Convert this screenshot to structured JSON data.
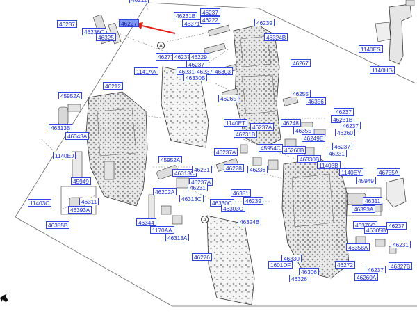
{
  "accent_color": "#2f45e0",
  "highlight_color": "#7f98f0",
  "arrow_color": "#e2231a",
  "highlighted_part": "46227",
  "callouts": [
    {
      "id": "46211",
      "text": "46211"
    },
    {
      "id": "46237a",
      "text": "46237"
    },
    {
      "id": "46236c",
      "text": "46236C"
    },
    {
      "id": "46325",
      "text": "46325"
    },
    {
      "id": "46227",
      "text": "46227"
    },
    {
      "id": "46231b",
      "text": "46231B"
    },
    {
      "id": "46371",
      "text": "46371"
    },
    {
      "id": "46237b",
      "text": "46237"
    },
    {
      "id": "46222",
      "text": "46222"
    },
    {
      "id": "46239a",
      "text": "46239"
    },
    {
      "id": "46324b",
      "text": "46324B"
    },
    {
      "id": "46277",
      "text": "46277"
    },
    {
      "id": "46237c",
      "text": "46237"
    },
    {
      "id": "46229",
      "text": "46229"
    },
    {
      "id": "1141aa",
      "text": "1141AA"
    },
    {
      "id": "46237d",
      "text": "46237"
    },
    {
      "id": "46231a",
      "text": "46231"
    },
    {
      "id": "46237e",
      "text": "46237"
    },
    {
      "id": "46330b",
      "text": "46330B"
    },
    {
      "id": "46303",
      "text": "46303"
    },
    {
      "id": "46267",
      "text": "46267"
    },
    {
      "id": "46212",
      "text": "46212"
    },
    {
      "id": "45952a",
      "text": "45952A"
    },
    {
      "id": "46265",
      "text": "46265"
    },
    {
      "id": "46255",
      "text": "46255"
    },
    {
      "id": "46356",
      "text": "46356"
    },
    {
      "id": "46237f",
      "text": "46237"
    },
    {
      "id": "46231b2",
      "text": "46231B"
    },
    {
      "id": "1140et",
      "text": "1140ET"
    },
    {
      "id": "46248",
      "text": "46248"
    },
    {
      "id": "46237g",
      "text": "46237"
    },
    {
      "id": "46355",
      "text": "46355"
    },
    {
      "id": "46260",
      "text": "46260"
    },
    {
      "id": "46313b",
      "text": "46313B"
    },
    {
      "id": "46343a",
      "text": "46343A"
    },
    {
      "id": "46237ah",
      "text": "46237A"
    },
    {
      "id": "46231b3",
      "text": "46231B"
    },
    {
      "id": "46249e",
      "text": "46249E"
    },
    {
      "id": "46237h",
      "text": "46237"
    },
    {
      "id": "45954c",
      "text": "45954C"
    },
    {
      "id": "46266b",
      "text": "46266B"
    },
    {
      "id": "46231c",
      "text": "46231"
    },
    {
      "id": "46237ai",
      "text": "46237A"
    },
    {
      "id": "46330b2",
      "text": "46330B"
    },
    {
      "id": "1140ej",
      "text": "1140EJ"
    },
    {
      "id": "46228",
      "text": "46228"
    },
    {
      "id": "46236",
      "text": "46236"
    },
    {
      "id": "11403b",
      "text": "11403B"
    },
    {
      "id": "45952a2",
      "text": "45952A"
    },
    {
      "id": "46313c",
      "text": "46313C"
    },
    {
      "id": "46231d",
      "text": "46231"
    },
    {
      "id": "1140ey",
      "text": "1140EY"
    },
    {
      "id": "46755a",
      "text": "46755A"
    },
    {
      "id": "45949",
      "text": "45949"
    },
    {
      "id": "46237aj",
      "text": "46237A"
    },
    {
      "id": "45949b",
      "text": "45949"
    },
    {
      "id": "46202a",
      "text": "46202A"
    },
    {
      "id": "46231e",
      "text": "46231"
    },
    {
      "id": "46381",
      "text": "46381"
    },
    {
      "id": "46313d",
      "text": "46313C"
    },
    {
      "id": "46330c",
      "text": "46330C"
    },
    {
      "id": "46239b",
      "text": "46239"
    },
    {
      "id": "46303c",
      "text": "46303C"
    },
    {
      "id": "11403c",
      "text": "11403C"
    },
    {
      "id": "46311",
      "text": "46311"
    },
    {
      "id": "46393a",
      "text": "46393A"
    },
    {
      "id": "46311b",
      "text": "46311"
    },
    {
      "id": "46393ab",
      "text": "46393A"
    },
    {
      "id": "46344",
      "text": "46344"
    },
    {
      "id": "46324b2",
      "text": "46324B"
    },
    {
      "id": "46385b",
      "text": "46385B"
    },
    {
      "id": "1170aa",
      "text": "1170AA"
    },
    {
      "id": "46376c",
      "text": "46376C"
    },
    {
      "id": "46305b",
      "text": "46305B"
    },
    {
      "id": "46237i",
      "text": "46237"
    },
    {
      "id": "46313a",
      "text": "46313A"
    },
    {
      "id": "46358a",
      "text": "46358A"
    },
    {
      "id": "46231f",
      "text": "46231"
    },
    {
      "id": "46276",
      "text": "46276"
    },
    {
      "id": "46330",
      "text": "46330"
    },
    {
      "id": "46272",
      "text": "46272"
    },
    {
      "id": "46237j",
      "text": "46237"
    },
    {
      "id": "46327b",
      "text": "46327B"
    },
    {
      "id": "1601df",
      "text": "1601DF"
    },
    {
      "id": "46306",
      "text": "46306"
    },
    {
      "id": "46260a",
      "text": "46260A"
    },
    {
      "id": "46326",
      "text": "46326"
    },
    {
      "id": "1140es",
      "text": "1140ES"
    },
    {
      "id": "1140hg",
      "text": "1140HG"
    }
  ],
  "circle_markers": [
    {
      "id": "a1",
      "text": "A"
    },
    {
      "id": "a2",
      "text": "A"
    }
  ]
}
